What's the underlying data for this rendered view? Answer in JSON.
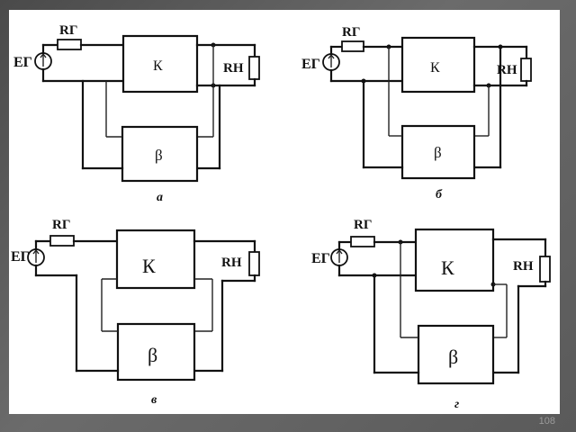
{
  "slide": {
    "page_number": "108"
  },
  "circuits": [
    {
      "caption": "а",
      "source_label": "EГ",
      "gen_resistor_label": "RГ",
      "load_resistor_label": "RН",
      "amplifier_label": "К",
      "feedback_label": "β"
    },
    {
      "caption": "б",
      "source_label": "EГ",
      "gen_resistor_label": "RГ",
      "load_resistor_label": "RН",
      "amplifier_label": "К",
      "feedback_label": "β"
    },
    {
      "caption": "в",
      "source_label": "EГ",
      "gen_resistor_label": "RГ",
      "load_resistor_label": "RН",
      "amplifier_label": "К",
      "feedback_label": "β"
    },
    {
      "caption": "г",
      "source_label": "EГ",
      "gen_resistor_label": "RГ",
      "load_resistor_label": "RН",
      "amplifier_label": "К",
      "feedback_label": "β"
    }
  ]
}
